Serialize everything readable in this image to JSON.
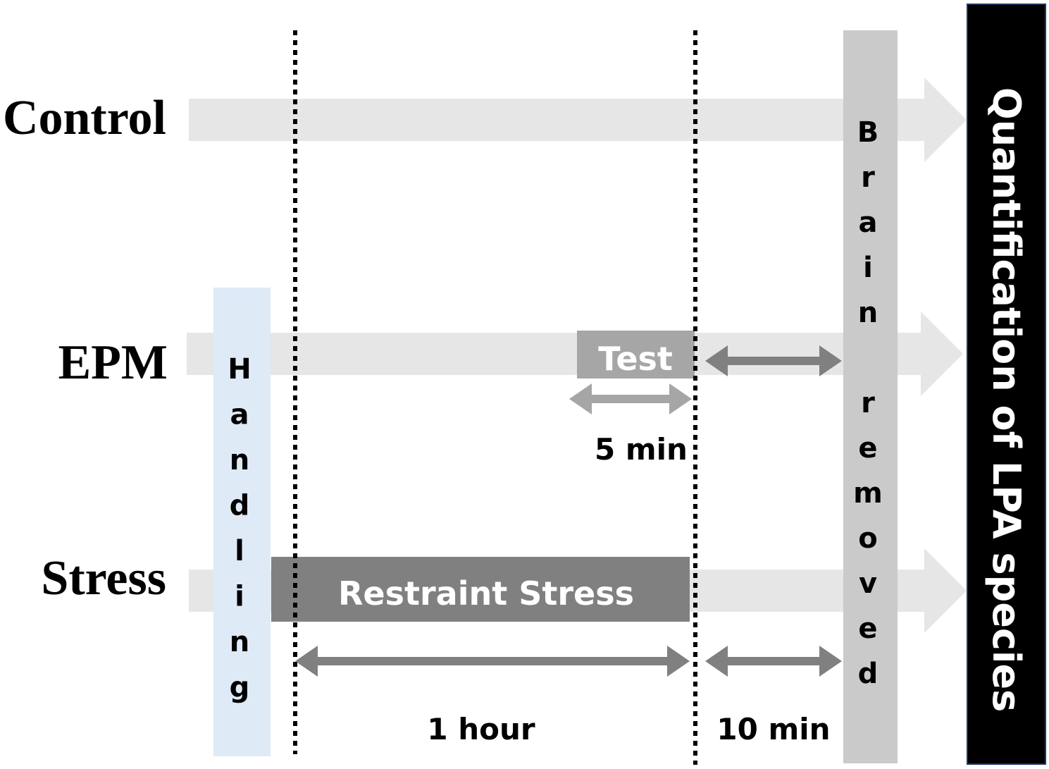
{
  "rows": {
    "control": "Control",
    "epm": "EPM",
    "stress": "Stress"
  },
  "handling": "Handling",
  "brain_removed": [
    "Brain",
    "removed"
  ],
  "quantification": "Quantification of LPA species",
  "test_label": "Test",
  "restraint_label": "Restraint Stress",
  "durations": {
    "five_min": "5 min",
    "one_hour": "1 hour",
    "ten_min": "10 min"
  },
  "colors": {
    "arrow_bg": "#e6e6e6",
    "handling_bg": "#deeaf6",
    "brain_bg": "#cbcaca",
    "restraint_bg": "#808080",
    "test_bg": "#a6a6a6",
    "dark_arrow": "#808080",
    "light_arrow": "#a6a6a6",
    "quant_bg": "#000000"
  }
}
